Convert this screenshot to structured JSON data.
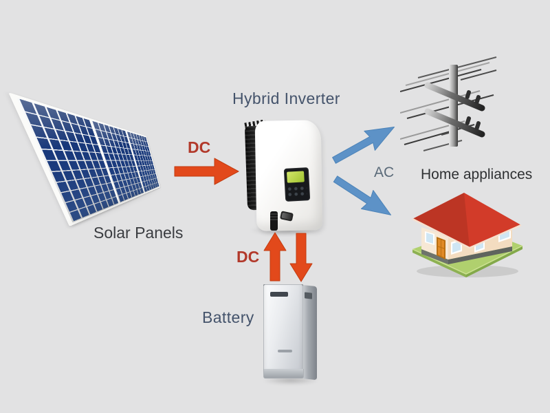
{
  "diagram": {
    "background": "#e0e0e1",
    "nodes": {
      "solar_panels": {
        "label": "Solar Panels"
      },
      "hybrid_inverter": {
        "label": "Hybrid Inverter"
      },
      "battery": {
        "label": "Battery"
      },
      "home_appliances": {
        "label": "Home appliances"
      }
    },
    "edges": {
      "pv_to_inverter": {
        "label": "DC",
        "from": "solar_panels",
        "to": "hybrid_inverter",
        "direction": "one-way"
      },
      "inverter_battery": {
        "label": "DC",
        "from": "hybrid_inverter",
        "to": "battery",
        "direction": "two-way"
      },
      "inverter_to_loads": {
        "label": "AC",
        "from": "hybrid_inverter",
        "to": "home_appliances",
        "direction": "one-way"
      }
    },
    "colors": {
      "dc_arrow": "#e2491b",
      "ac_arrow": "#5d92c7",
      "ac_arrow_edge": "#4c83b8",
      "dc_label": "#b2392b",
      "ac_label": "#5a6a79",
      "heading_blue": "#44536b",
      "label_dark": "#3a3c40",
      "solar_cell_blue": "#1d3f85",
      "roof_red": "#d23b29",
      "grass_green": "#b0d06e"
    }
  }
}
